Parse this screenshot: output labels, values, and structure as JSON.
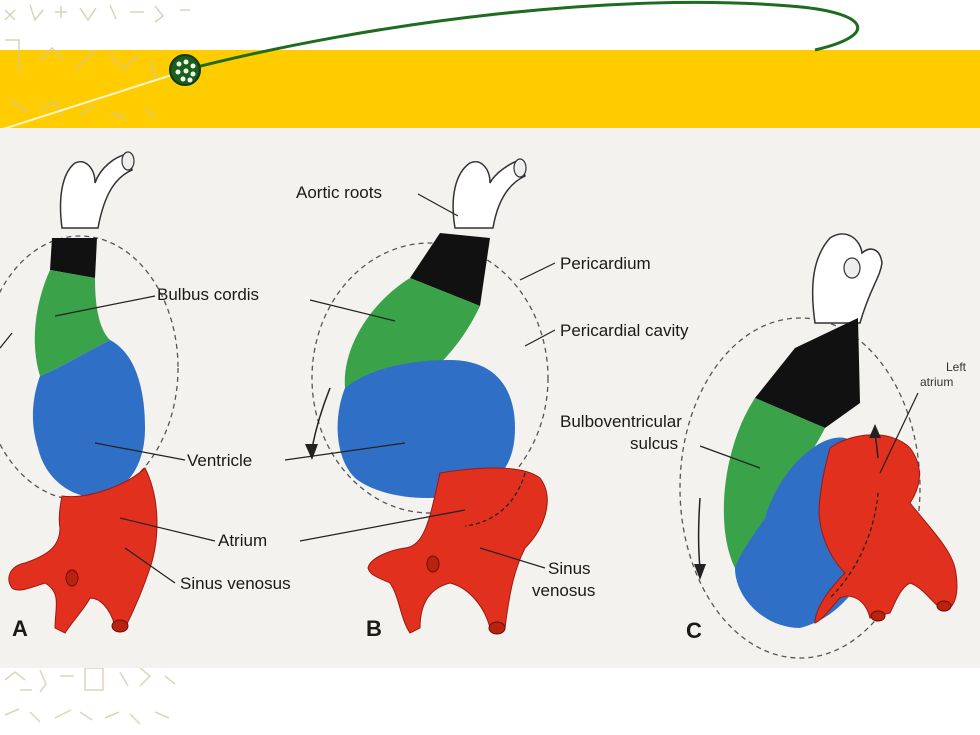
{
  "labels": {
    "aortic_roots": "Aortic roots",
    "pericardium": "Pericardium",
    "bulbus_cordis": "Bulbus cordis",
    "pericardial_cavity": "Pericardial cavity",
    "bulboventricular_1": "Bulboventricular",
    "bulboventricular_2": "sulcus",
    "ventricle": "Ventricle",
    "atrium": "Atrium",
    "sinus_venosus": "Sinus venosus",
    "sinus_1": "Sinus",
    "sinus_2": "venosus",
    "left_atrium_1": "Left",
    "left_atrium_2": "atrium"
  },
  "panels": [
    "A",
    "B",
    "C"
  ],
  "colors": {
    "banner": "#ffcc00",
    "bulbus_cordis": "#3aa34a",
    "ventricle": "#2f6fc6",
    "atrium": "#e2301e",
    "aortic_segment": "#111111",
    "orbit_line": "#1f6b1f"
  }
}
